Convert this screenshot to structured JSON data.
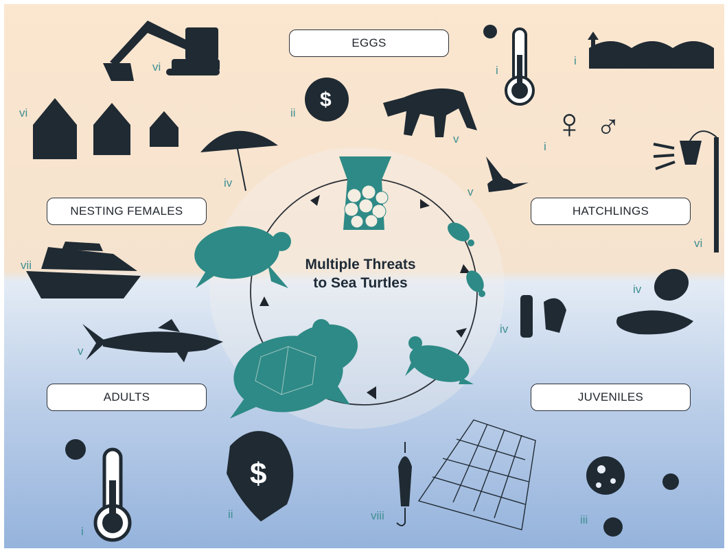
{
  "title_line1": "Multiple Threats",
  "title_line2": "to Sea Turtles",
  "stages": {
    "eggs": "EGGS",
    "hatchlings": "HATCHLINGS",
    "juveniles": "JUVENILES",
    "adults": "ADULTS",
    "nesting_females": "NESTING FEMALES"
  },
  "markers": {
    "excavator": "vi",
    "houses": "vi",
    "money_coin": "ii",
    "umbrella": "iv",
    "boat": "vii",
    "shark": "v",
    "coyote": "v",
    "bird": "v",
    "heat_eggs": "i",
    "sea_rise": "i",
    "sex_ratio": "i",
    "light": "vi",
    "oil": "iv",
    "plastic": "iv",
    "heat_adults": "i",
    "money_shell": "ii",
    "fishing_gear": "viii",
    "disease": "iii"
  },
  "icons": {
    "female_symbol": "♀",
    "male_symbol": "♂",
    "dollar": "$"
  },
  "colors": {
    "teal": "#2e8a86",
    "dark": "#1f2a33",
    "numeral": "#3f8f93"
  }
}
